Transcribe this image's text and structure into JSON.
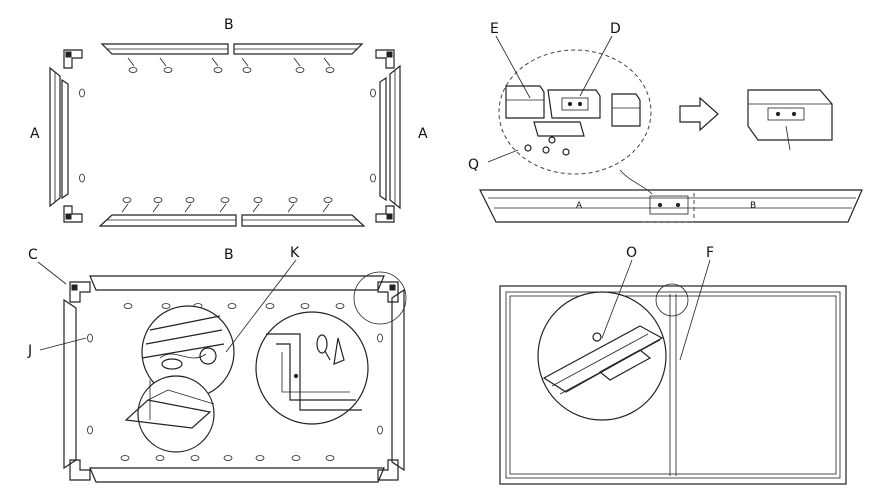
{
  "labels": {
    "A_left": "A",
    "A_right": "A",
    "B_top": "B",
    "E": "E",
    "D": "D",
    "Q": "Q",
    "A_rail": "A",
    "B_rail": "B",
    "C": "C",
    "B_bottom_panel": "B",
    "K": "K",
    "J": "J",
    "O": "O",
    "F": "F"
  }
}
